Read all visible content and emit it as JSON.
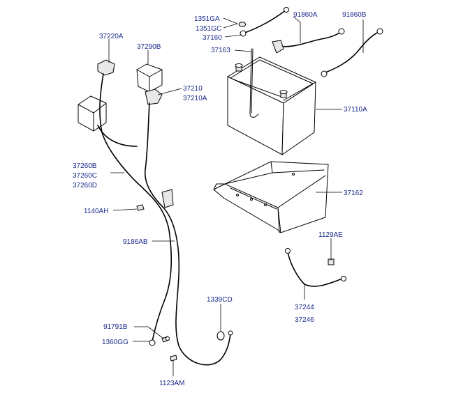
{
  "labels": {
    "p1351GA": "1351GA",
    "p1351GC": "1351GC",
    "p37160": "37160",
    "p91860A": "91860A",
    "p91860B": "91860B",
    "p37163": "37163",
    "p37220A": "37220A",
    "p37290B": "37290B",
    "p37210": "37210",
    "p37210A": "37210A",
    "p37110A": "37110A",
    "p37260B": "37260B",
    "p37260C": "37260C",
    "p37260D": "37260D",
    "p37162": "37162",
    "p1140AH": "1140AH",
    "p9186AB": "9186AB",
    "p1129AE": "1129AE",
    "p1339CD": "1339CD",
    "p37244": "37244",
    "p37246": "37246",
    "p91791B": "91791B",
    "p1360GG": "1360GG",
    "p1123AM": "1123AM"
  }
}
